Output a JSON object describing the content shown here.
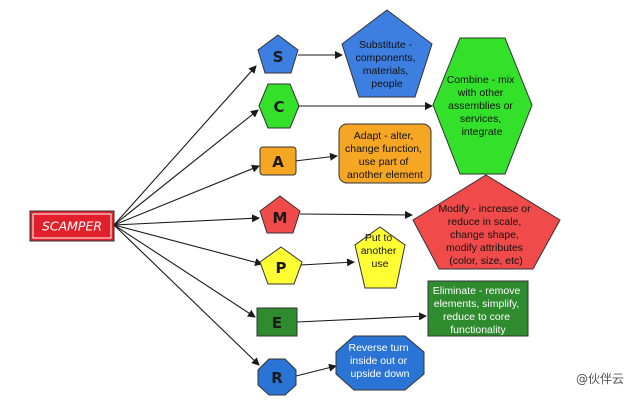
{
  "root": {
    "label": "SCAMPER",
    "color": "#e0202a"
  },
  "steps": [
    {
      "letter": "S",
      "color": "#3d7fe0",
      "shape": "pentagon",
      "description": [
        "Substitute -",
        "components,",
        "materials,",
        "people"
      ]
    },
    {
      "letter": "C",
      "color": "#33e02a",
      "shape": "hexagon",
      "description": [
        "Combine - mix",
        "with other",
        "assemblies or",
        "services,",
        "integrate"
      ]
    },
    {
      "letter": "A",
      "color": "#f5a623",
      "shape": "rounded-rectangle",
      "description": [
        "Adapt - alter,",
        "change function,",
        "use part of",
        "another element"
      ]
    },
    {
      "letter": "M",
      "color": "#f04a4a",
      "shape": "pentagon",
      "description": [
        "Modify - increase or",
        "reduce in scale,",
        "change shape,",
        "modify attributes",
        "(color, size, etc)"
      ]
    },
    {
      "letter": "P",
      "color": "#ffff33",
      "shape": "pentagon",
      "description": [
        "Put to",
        "another",
        "use"
      ]
    },
    {
      "letter": "E",
      "color": "#2e8b2e",
      "shape": "rectangle",
      "description": [
        "Eliminate - remove",
        "elements,  simplify,",
        "reduce to core",
        "functionality"
      ]
    },
    {
      "letter": "R",
      "color": "#2a74d6",
      "shape": "octagon",
      "description": [
        "Reverse turn",
        "inside out or",
        "upside down"
      ]
    }
  ],
  "watermark": "@伙伴云"
}
